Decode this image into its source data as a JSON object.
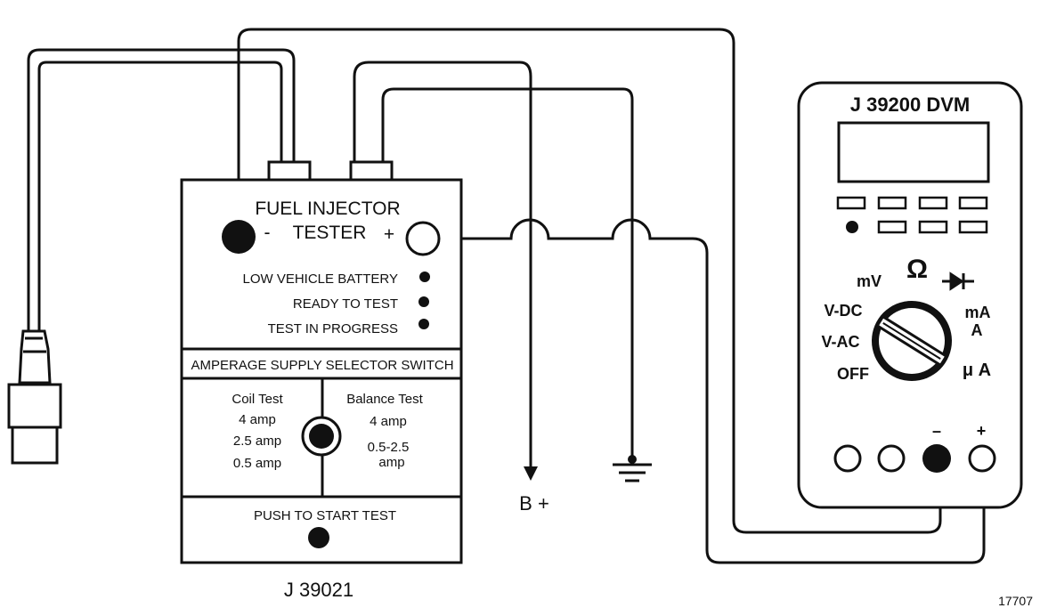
{
  "tester": {
    "title_line1": "FUEL INJECTOR",
    "title_line2": "TESTER",
    "minus_sign": "-",
    "plus_sign": "+",
    "indicators": [
      "LOW VEHICLE BATTERY",
      "READY TO TEST",
      "TEST IN PROGRESS"
    ],
    "selector_header": "AMPERAGE SUPPLY SELECTOR SWITCH",
    "coil_test": {
      "heading": "Coil Test",
      "settings": [
        "4 amp",
        "2.5 amp",
        "0.5 amp"
      ]
    },
    "balance_test": {
      "heading": "Balance Test",
      "settings": [
        "4 amp",
        "0.5-2.5",
        "amp"
      ]
    },
    "start_label": "PUSH TO START TEST",
    "model": "J 39021"
  },
  "supply_label": "B +",
  "dvm": {
    "title": "J 39200 DVM",
    "dial_labels": {
      "mv": "mV",
      "ohm": "Ω",
      "vdc": "V-DC",
      "vac": "V-AC",
      "off": "OFF",
      "ma": "mA",
      "a": "A",
      "ua": "μ A"
    },
    "minus_sign": "–",
    "plus_sign": "+"
  },
  "figure_number": "17707"
}
